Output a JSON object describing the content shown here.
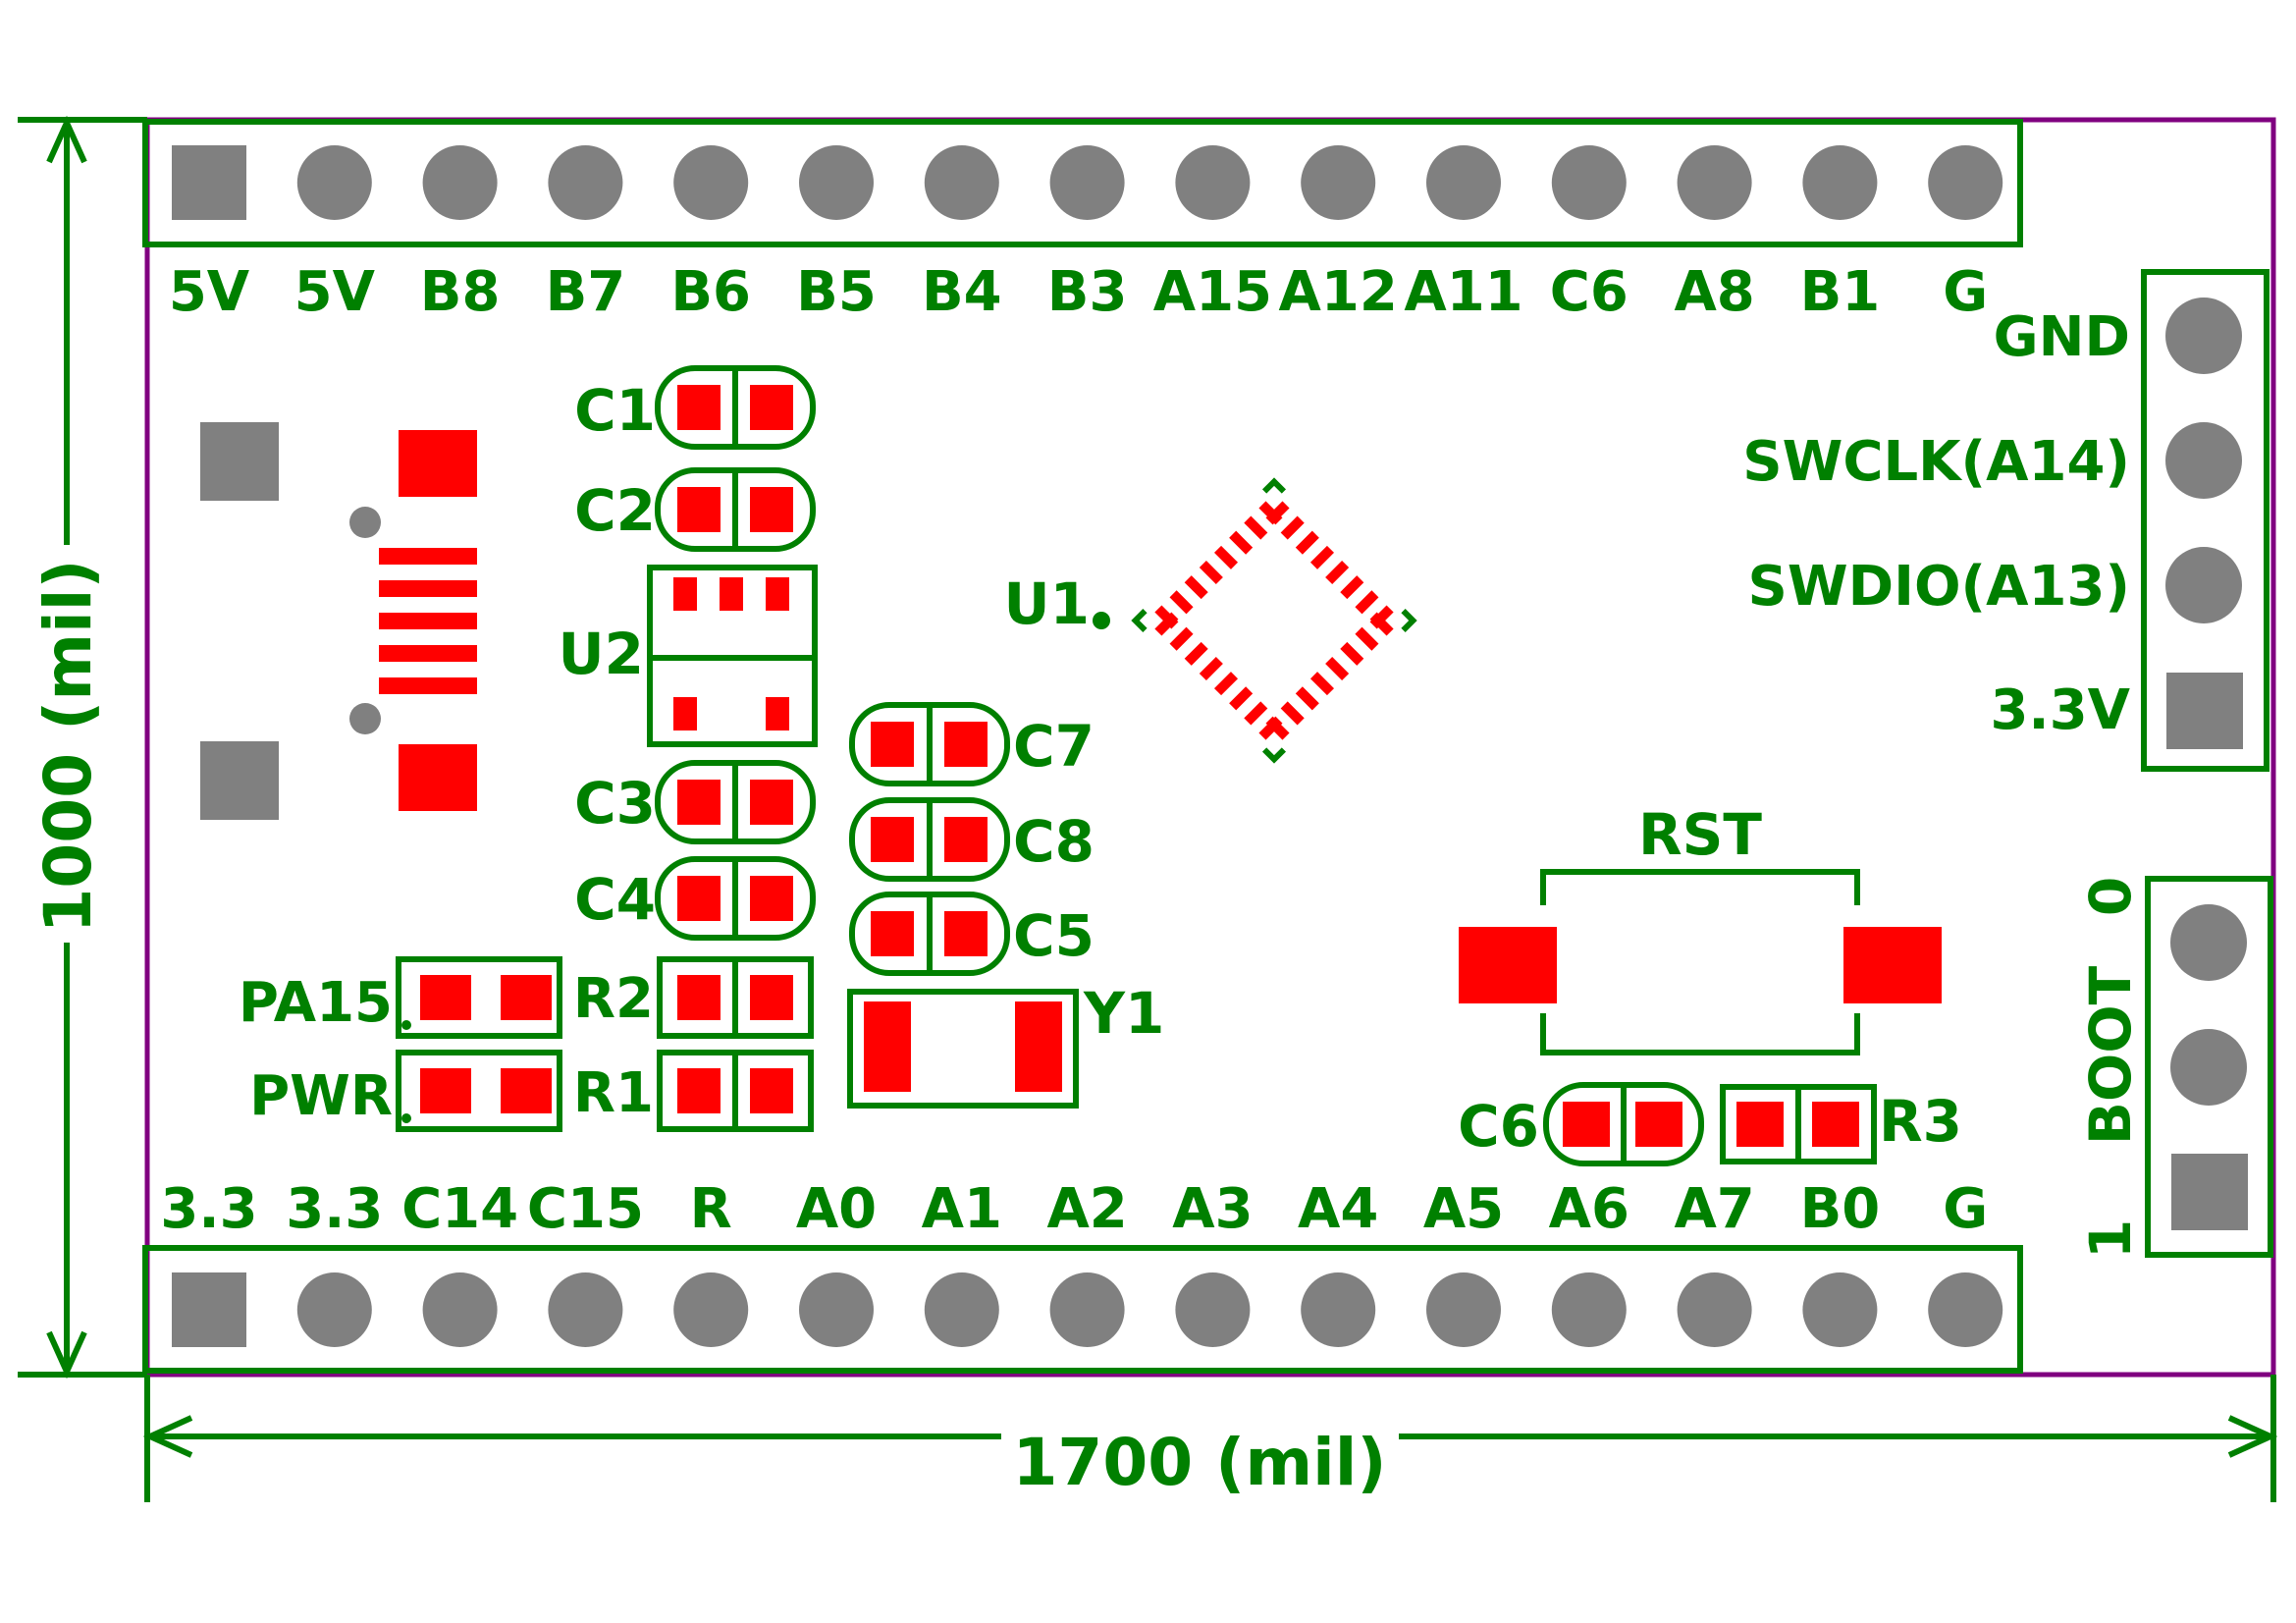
{
  "board": {
    "width_label": "1700 (mil)",
    "height_label": "1000 (mil)",
    "outline_color": "#800080",
    "silkscreen_color": "#008000",
    "pad_color": "#ff0000",
    "hole_color": "#808080"
  },
  "header_top": {
    "pins": [
      "5V",
      "5V",
      "B8",
      "B7",
      "B6",
      "B5",
      "B4",
      "B3",
      "A15",
      "A12",
      "A11",
      "C6",
      "A8",
      "B1",
      "G"
    ]
  },
  "header_bottom": {
    "pins": [
      "3.3",
      "3.3",
      "C14",
      "C15",
      "R",
      "A0",
      "A1",
      "A2",
      "A3",
      "A4",
      "A5",
      "A6",
      "A7",
      "B0",
      "G"
    ]
  },
  "swd_header": {
    "pins": [
      "GND",
      "SWCLK(A14)",
      "SWDIO(A13)",
      "3.3V"
    ]
  },
  "boot_header": {
    "label": "BOOT",
    "top_mark": "0",
    "bottom_mark": "1"
  },
  "components": {
    "c1": "C1",
    "c2": "C2",
    "u2": "U2",
    "c3": "C3",
    "c4": "C4",
    "c7": "C7",
    "c8": "C8",
    "c5": "C5",
    "u1": "U1",
    "pa15": "PA15",
    "pwr": "PWR",
    "r2": "R2",
    "r1": "R1",
    "y1": "Y1",
    "rst": "RST",
    "c6": "C6",
    "r3": "R3"
  }
}
